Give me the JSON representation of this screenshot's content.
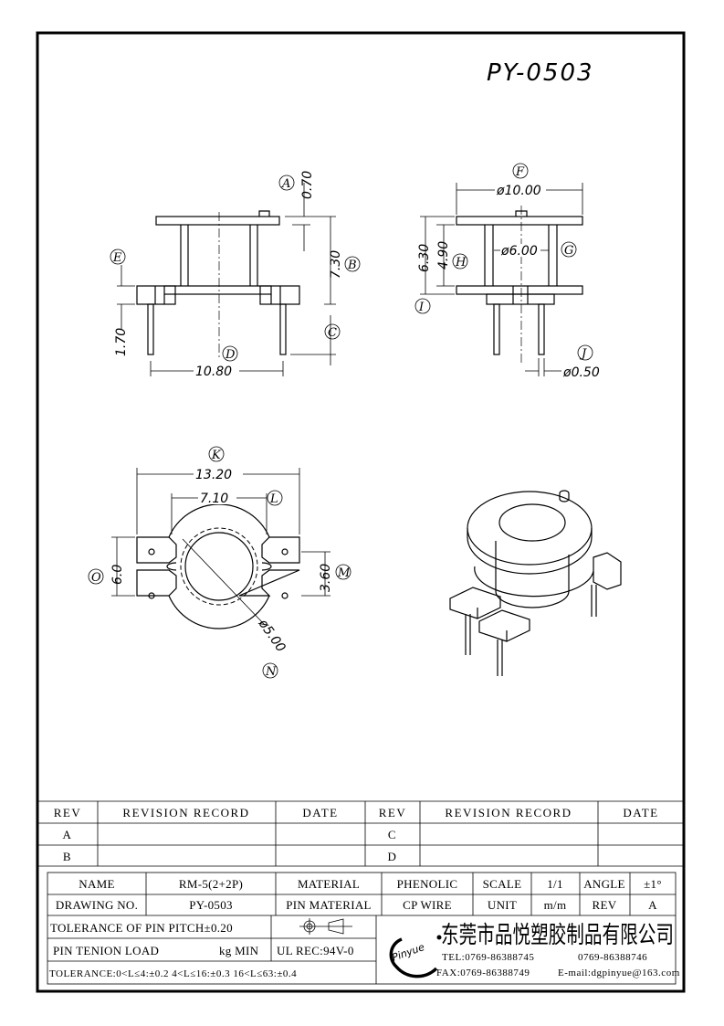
{
  "drawing_title": "PY-0503",
  "dims": {
    "d070": "0.70",
    "d730": "7.30",
    "d170": "1.70",
    "d1080": "10.80",
    "d1000": "ø10.00",
    "d600": "ø6.00",
    "d630": "6.30",
    "d490": "4.90",
    "d050": "ø0.50",
    "d1320": "13.20",
    "d710": "7.10",
    "d60": "6.0",
    "d360": "3.60",
    "d500": "ø5.00"
  },
  "labels": {
    "A": "A",
    "B": "B",
    "C": "C",
    "D": "D",
    "E": "E",
    "F": "F",
    "G": "G",
    "H": "H",
    "I": "I",
    "J": "J",
    "K": "K",
    "L": "L",
    "M": "M",
    "N": "N",
    "O": "O"
  },
  "revision_table": {
    "headers": [
      "REV",
      "REVISION RECORD",
      "DATE",
      "REV",
      "REVISION RECORD",
      "DATE"
    ],
    "rows": [
      [
        "A",
        "",
        "",
        "C",
        "",
        ""
      ],
      [
        "B",
        "",
        "",
        "D",
        "",
        ""
      ]
    ]
  },
  "title_block": {
    "name_label": "NAME",
    "name_value": "RM-5(2+2P)",
    "material_label": "MATERIAL",
    "material_value": "PHENOLIC",
    "scale_label": "SCALE",
    "scale_value": "1/1",
    "angle_label": "ANGLE",
    "angle_value": "±1°",
    "drawing_no_label": "DRAWING NO.",
    "drawing_no_value": "PY-0503",
    "pin_material_label": "PIN MATERIAL",
    "pin_material_value": "CP WIRE",
    "unit_label": "UNIT",
    "unit_value": "m/m",
    "rev_label": "REV",
    "rev_value": "A",
    "pin_pitch": "TOLERANCE OF PIN PITCH±0.20",
    "pin_load_label": "PIN TENION LOAD",
    "pin_load_unit": "kg MIN",
    "ul": "UL REC:94V-0",
    "tolerance": "TOLERANCE:0<L≤4:±0.2  4<L≤16:±0.3  16<L≤63:±0.4"
  },
  "company": {
    "logo": "Pinyue",
    "name_cn": "东莞市品悦塑胶制品有限公司",
    "tel": "TEL:0769-86388745",
    "tel2": "0769-86388746",
    "fax": "FAX:0769-86388749",
    "email": "E-mail:dgpinyue@163.com"
  }
}
